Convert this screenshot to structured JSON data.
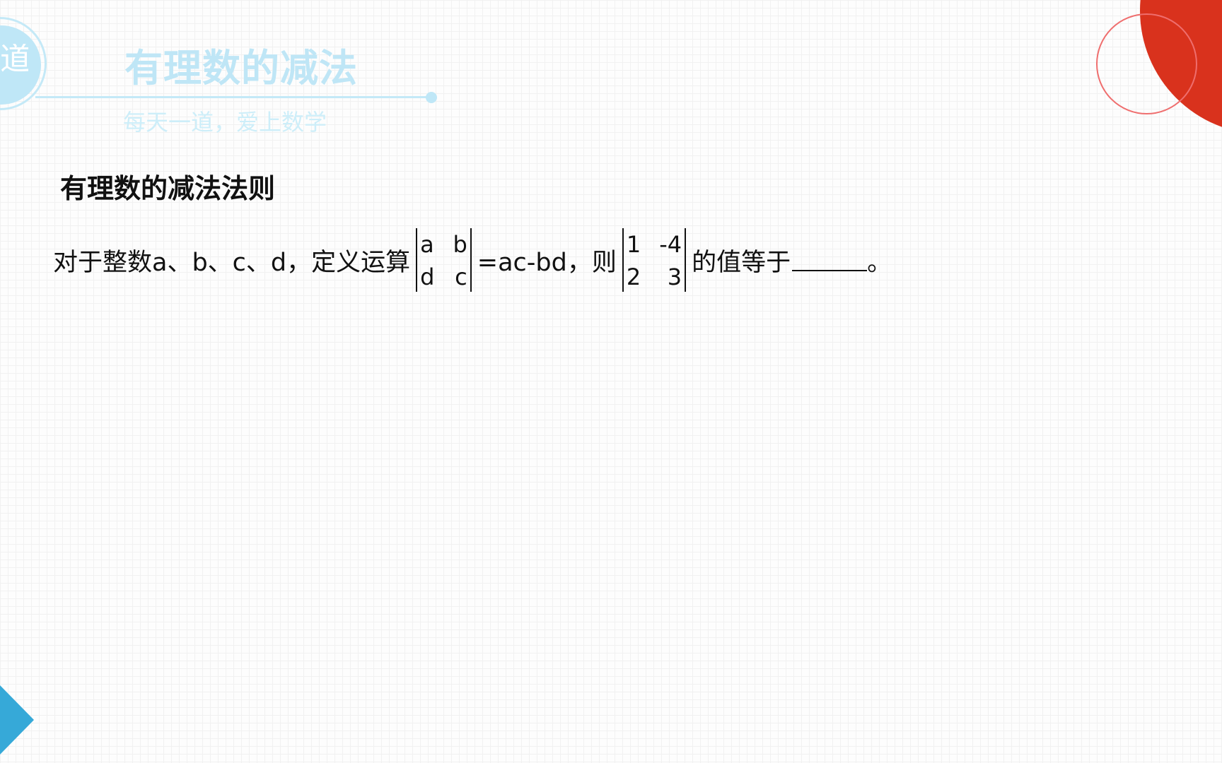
{
  "header": {
    "logo_char": "道",
    "title": "有理数的减法",
    "subtitle": "每天一道，爱上数学"
  },
  "colors": {
    "accent_blue": "#36a9d8",
    "light_blue": "#bfe7f7",
    "red": "#d9321d"
  },
  "content": {
    "heading": "有理数的减法法则",
    "question": {
      "prefix": "对于整数a、b、c、d，定义运算",
      "det1": [
        "a",
        "b",
        "d",
        "c"
      ],
      "definition": "=ac-bd，则",
      "det2": [
        "1",
        "-4",
        "2",
        "3"
      ],
      "suffix": "的值等于",
      "end": "。"
    }
  }
}
